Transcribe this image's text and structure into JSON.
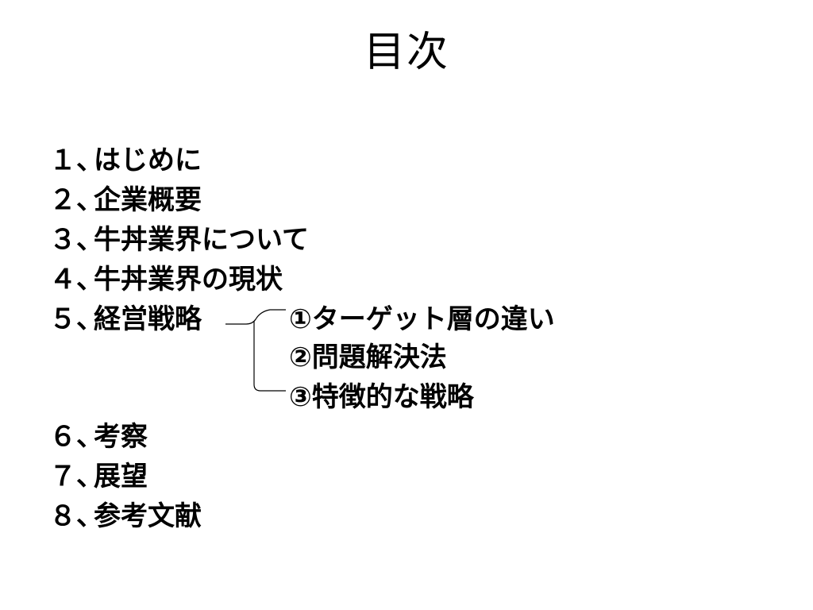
{
  "slide": {
    "title": "目次",
    "items": [
      {
        "num": "１",
        "sep": "、",
        "label": "はじめに"
      },
      {
        "num": "２",
        "sep": "、",
        "label": "企業概要"
      },
      {
        "num": "３",
        "sep": "、",
        "label": "牛丼業界について"
      },
      {
        "num": "４",
        "sep": "、",
        "label": "牛丼業界の現状"
      },
      {
        "num": "５",
        "sep": "、",
        "label": "経営戦略"
      },
      {
        "num": "６",
        "sep": "、",
        "label": "考察"
      },
      {
        "num": "７",
        "sep": "、",
        "label": "展望"
      },
      {
        "num": "８",
        "sep": "、",
        "label": "参考文献"
      }
    ],
    "subitems": [
      "①ターゲット層の違い",
      "②問題解決法",
      "③特徴的な戦略"
    ]
  }
}
